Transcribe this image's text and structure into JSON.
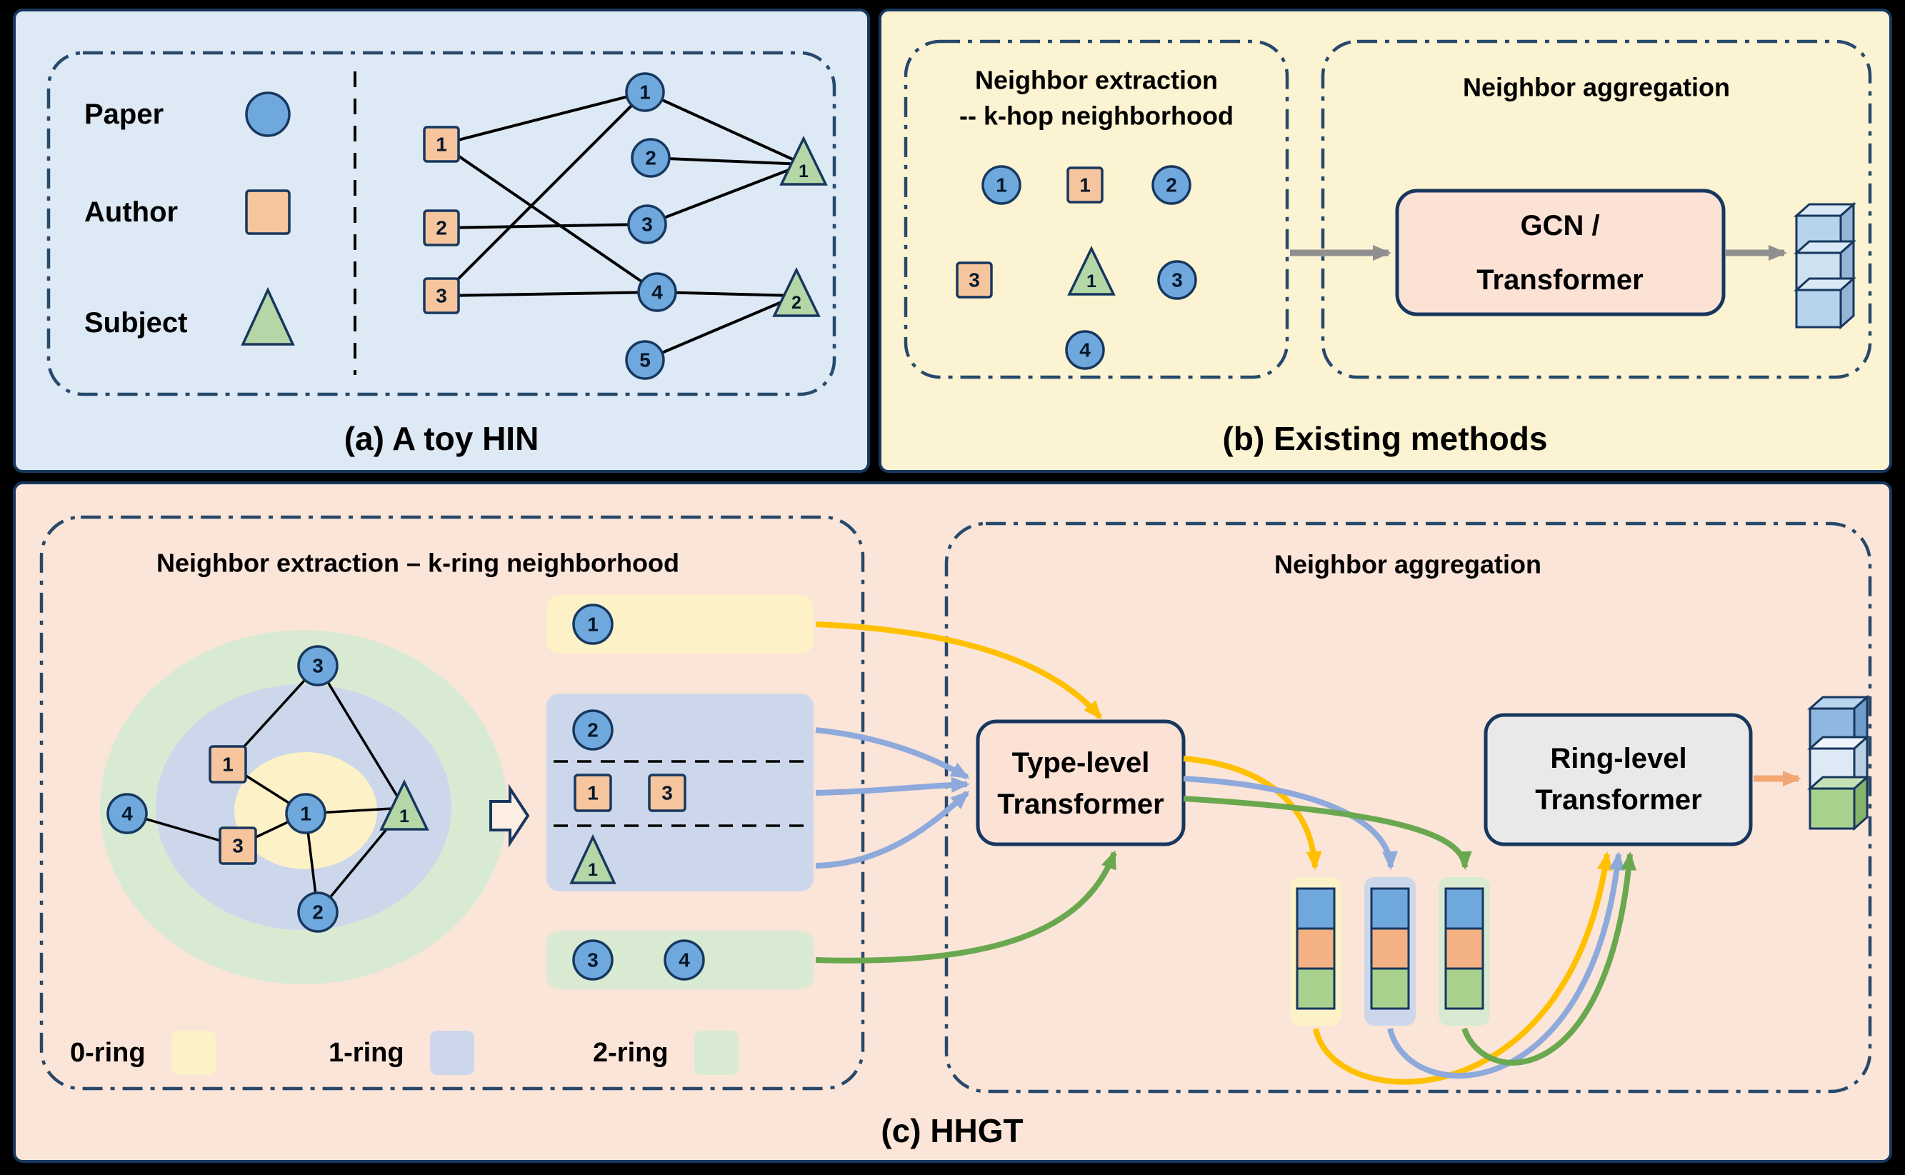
{
  "colors": {
    "panel_a_bg": "#dde9f5",
    "panel_b_bg": "#fcf3d2",
    "panel_c_bg": "#fbe5d8",
    "outline_navy": "#17375e",
    "paper_blue": "#6fa8dc",
    "author_orange": "#f6c49d",
    "subject_green": "#b5d6a7",
    "ring0_yellow": "#fdf1c7",
    "ring1_blue": "#cdd7eb",
    "ring2_green": "#d9ead3",
    "arrow_yellow": "#ffc000",
    "arrow_blue": "#8ea9db",
    "arrow_green": "#6aa84f",
    "arrow_gray": "#8f8f8f",
    "arrow_orange": "#f2a671",
    "type_transformer_fill": "#fbe2d5",
    "ring_transformer_fill": "#e9e9e9"
  },
  "panel_a": {
    "caption": "(a) A toy HIN",
    "legend": {
      "paper": "Paper",
      "author": "Author",
      "subject": "Subject"
    },
    "author_nodes": [
      "1",
      "2",
      "3"
    ],
    "paper_nodes": [
      "1",
      "2",
      "3",
      "4",
      "5"
    ],
    "subject_nodes": [
      "1",
      "2"
    ],
    "edges": [
      "a1-p1",
      "a1-p4",
      "a2-p3",
      "a3-p1",
      "a3-p4",
      "p1-s1",
      "p2-s1",
      "p3-s1",
      "p4-s2",
      "p5-s2"
    ]
  },
  "panel_b": {
    "caption": "(b) Existing methods",
    "extraction_title_line1": "Neighbor extraction",
    "extraction_title_line2": "-- k-hop neighborhood",
    "aggregation_title": "Neighbor aggregation",
    "gcn_line1": "GCN /",
    "gcn_line2": "Transformer",
    "nodes": {
      "paper1": "1",
      "author1": "1",
      "paper2": "2",
      "author3": "3",
      "subject1": "1",
      "paper3": "3",
      "paper4": "4"
    }
  },
  "panel_c": {
    "caption": "(c) HHGT",
    "extraction_title": "Neighbor extraction – k-ring neighborhood",
    "aggregation_title": "Neighbor aggregation",
    "type_transformer_line1": "Type-level",
    "type_transformer_line2": "Transformer",
    "ring_transformer_line1": "Ring-level",
    "ring_transformer_line2": "Transformer",
    "ring_legend": [
      "0-ring",
      "1-ring",
      "2-ring"
    ],
    "graph": {
      "paper1": "1",
      "paper2": "2",
      "paper3": "3",
      "paper4": "4",
      "author1": "1",
      "author3": "3",
      "subject1": "1"
    },
    "graph_edges": [
      "p3-a1",
      "p3-s1",
      "a1-p1",
      "a3-p1",
      "a3-p4",
      "p1-s1",
      "p1-p2",
      "p2-s1"
    ],
    "groups": {
      "ring0_paper": "1",
      "ring1_paper": "2",
      "ring1_author1": "1",
      "ring1_author3": "3",
      "ring1_subject": "1",
      "ring2_paper3": "3",
      "ring2_paper4": "4"
    }
  }
}
